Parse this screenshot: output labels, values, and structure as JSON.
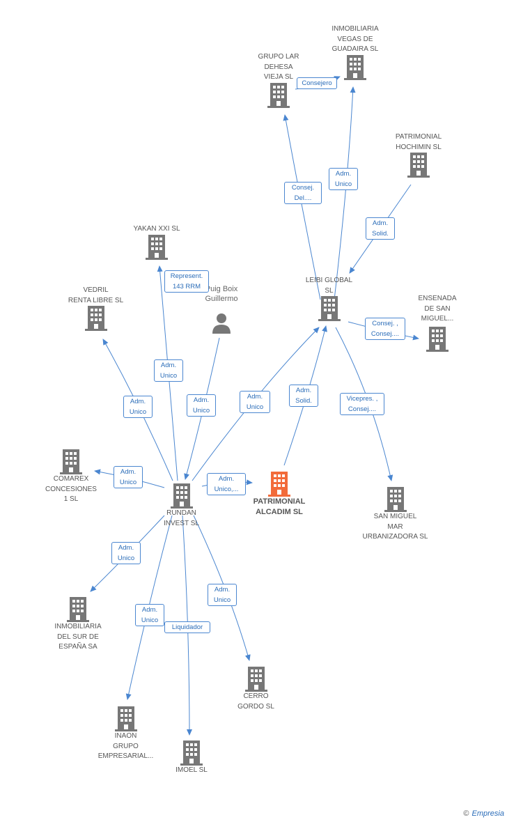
{
  "colors": {
    "edge": "#4a86d0",
    "node": "#777777",
    "focus": "#f26b3a",
    "person": "#777777"
  },
  "nodes": {
    "inmobiliaria_vegas": "INMOBILIARIA\nVEGAS DE\nGUADAIRA SL",
    "grupo_lar": "GRUPO LAR\nDEHESA\nVIEJA SL",
    "patrimonial_hochimin": "PATRIMONIAL\nHOCHIMIN SL",
    "yakan": "YAKAN XXI  SL",
    "vedril": "VEDRIL\nRENTA LIBRE SL",
    "puig_boix": "Puig Boix\nGuillermo",
    "leibi": "LEIBI GLOBAL\nSL",
    "ensenada": "ENSENADA\nDE SAN\nMIGUEL...",
    "comarex": "COMAREX\nCONCESIONES\n1 SL",
    "rundan": "RUNDAN\nINVEST  SL",
    "patrimonial_alcadim": "PATRIMONIAL\nALCADIM SL",
    "san_miguel": "SAN MIGUEL\nMAR\nURBANIZADORA SL",
    "inmobiliaria_sur": "INMOBILIARIA\nDEL SUR DE\nESPAÑA SA",
    "cerro_gordo": "CERRO\nGORDO SL",
    "inaon": "INAON\nGRUPO\nEMPRESARIAL...",
    "imoel": "IMOEL SL"
  },
  "edges": {
    "consejero": "Consejero",
    "consej_del": "Consej.\nDel....",
    "adm_unico_vegas": "Adm.\nUnico",
    "adm_solid_hochimin": "Adm.\nSolid.",
    "represent": "Represent.\n143 RRM",
    "adm_unico_yakan": "Adm.\nUnico",
    "adm_unico_vedril": "Adm.\nUnico",
    "adm_unico_puig": "Adm.\nUnico",
    "adm_unico_leibi": "Adm.\nUnico",
    "adm_solid_leibi": "Adm.\nSolid.",
    "consej_ensenada": "Consej. ,\nConsej....",
    "vicepres": "Vicepres. ,\nConsej....",
    "adm_unico_comarex": "Adm.\nUnico",
    "adm_unico_alcadim": "Adm.\nUnico,...",
    "adm_unico_sur": "Adm.\nUnico",
    "adm_unico_inaon": "Adm.\nUnico",
    "liquidador": "Liquidador",
    "adm_unico_cerro": "Adm.\nUnico"
  },
  "brand": {
    "copyright": "©",
    "name": "Empresia"
  }
}
